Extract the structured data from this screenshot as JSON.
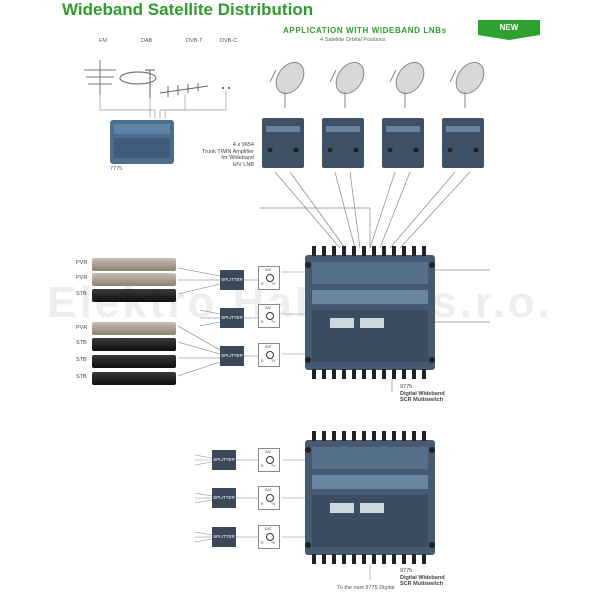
{
  "title": "Wideband Satellite Distribution",
  "application": {
    "title": "APPLICATION WITH WIDEBAND LNBs",
    "subtitle": "4 Satellite Orbital Positions",
    "badge": "NEW"
  },
  "terrestrial_labels": [
    "FM",
    "DAB",
    "DVB-T",
    "DVB-C"
  ],
  "terrestrial_amp": {
    "model": "7775"
  },
  "trunk_amp": {
    "lines": [
      "4 x 9654",
      "Trunk TWIN Amplifier",
      "for Wideband",
      "H/V LNB"
    ]
  },
  "devices": [
    "PVR",
    "PVR",
    "STB",
    "PVR",
    "STB",
    "STB",
    "STB"
  ],
  "splitter_label": "SPLITTER",
  "outlet_labels": {
    "sat": "SAT",
    "r": "R",
    "tv": "TV"
  },
  "multiswitch_1": {
    "model": "9775",
    "line2": "Digital Wideband",
    "line3": "SCR Multiswitch"
  },
  "multiswitch_2": {
    "model": "9775",
    "line2": "Digital Wideband",
    "line3": "SCR Multiswitch"
  },
  "next_note": "To the next 9775 Digital",
  "watermark": "Elektro HaR-NK s.r.o."
}
